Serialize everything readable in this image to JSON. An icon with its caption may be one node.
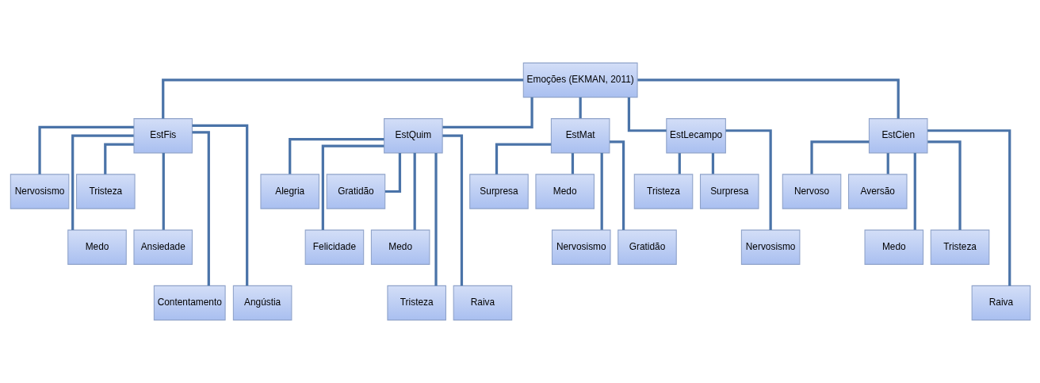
{
  "diagram": {
    "nodes": [
      {
        "text": [
          "Emoções (EKMAN, 2011)"
        ]
      },
      {
        "text": [
          "EstFis"
        ]
      },
      {
        "text": [
          "EstQuim"
        ]
      },
      {
        "text": [
          "EstMat"
        ]
      },
      {
        "text": [
          "EstLecampo"
        ]
      },
      {
        "text": [
          "EstCien"
        ]
      },
      {
        "text": [
          "Nervosismo"
        ]
      },
      {
        "text": [
          "Tristeza"
        ]
      },
      {
        "text": [
          "Medo"
        ]
      },
      {
        "text": [
          "Ansiedade"
        ]
      },
      {
        "text": [
          "Contentamento"
        ]
      },
      {
        "text": [
          "Angústia"
        ]
      },
      {
        "text": [
          "Alegria"
        ]
      },
      {
        "text": [
          "Gratidão"
        ]
      },
      {
        "text": [
          "Felicidade"
        ]
      },
      {
        "text": [
          "Medo"
        ]
      },
      {
        "text": [
          "Tristeza"
        ]
      },
      {
        "text": [
          "Raiva"
        ]
      },
      {
        "text": [
          "Surpresa"
        ]
      },
      {
        "text": [
          "Medo"
        ]
      },
      {
        "text": [
          "Nervosismo"
        ]
      },
      {
        "text": [
          "Gratidão"
        ]
      },
      {
        "text": [
          "Tristeza"
        ]
      },
      {
        "text": [
          "Surpresa"
        ]
      },
      {
        "text": [
          "Nervosismo"
        ]
      },
      {
        "text": [
          "Nervoso"
        ]
      },
      {
        "text": [
          "Aversão"
        ]
      },
      {
        "text": [
          "Medo"
        ]
      },
      {
        "text": [
          "Tristeza"
        ]
      },
      {
        "text": [
          "Raiva"
        ]
      }
    ],
    "edges": [
      {
        "from": 0,
        "to": 1,
        "arrow": "none"
      },
      {
        "from": 0,
        "to": 2,
        "arrow": "none"
      },
      {
        "from": 0,
        "to": 3,
        "arrow": "none"
      },
      {
        "from": 0,
        "to": 4,
        "arrow": "none"
      },
      {
        "from": 0,
        "to": 5,
        "arrow": "none"
      },
      {
        "from": 1,
        "to": 6,
        "arrow": "none"
      },
      {
        "from": 1,
        "to": 7,
        "arrow": "none"
      },
      {
        "from": 1,
        "to": 8,
        "arrow": "none"
      },
      {
        "from": 1,
        "to": 9,
        "arrow": "none"
      },
      {
        "from": 1,
        "to": 10,
        "arrow": "none"
      },
      {
        "from": 1,
        "to": 11,
        "arrow": "none"
      },
      {
        "from": 2,
        "to": 12,
        "arrow": "none"
      },
      {
        "from": 2,
        "to": 13,
        "arrow": "none"
      },
      {
        "from": 2,
        "to": 14,
        "arrow": "none"
      },
      {
        "from": 2,
        "to": 15,
        "arrow": "none"
      },
      {
        "from": 2,
        "to": 16,
        "arrow": "none"
      },
      {
        "from": 2,
        "to": 17,
        "arrow": "none"
      },
      {
        "from": 3,
        "to": 18,
        "arrow": "none"
      },
      {
        "from": 3,
        "to": 19,
        "arrow": "none"
      },
      {
        "from": 3,
        "to": 20,
        "arrow": "none"
      },
      {
        "from": 3,
        "to": 21,
        "arrow": "none"
      },
      {
        "from": 4,
        "to": 22,
        "arrow": "none"
      },
      {
        "from": 4,
        "to": 23,
        "arrow": "none"
      },
      {
        "from": 4,
        "to": 24,
        "arrow": "none"
      },
      {
        "from": 5,
        "to": 25,
        "arrow": "none"
      },
      {
        "from": 5,
        "to": 26,
        "arrow": "none"
      },
      {
        "from": 5,
        "to": 27,
        "arrow": "none"
      },
      {
        "from": 5,
        "to": 28,
        "arrow": "none"
      },
      {
        "from": 5,
        "to": 29,
        "arrow": "none"
      }
    ]
  }
}
